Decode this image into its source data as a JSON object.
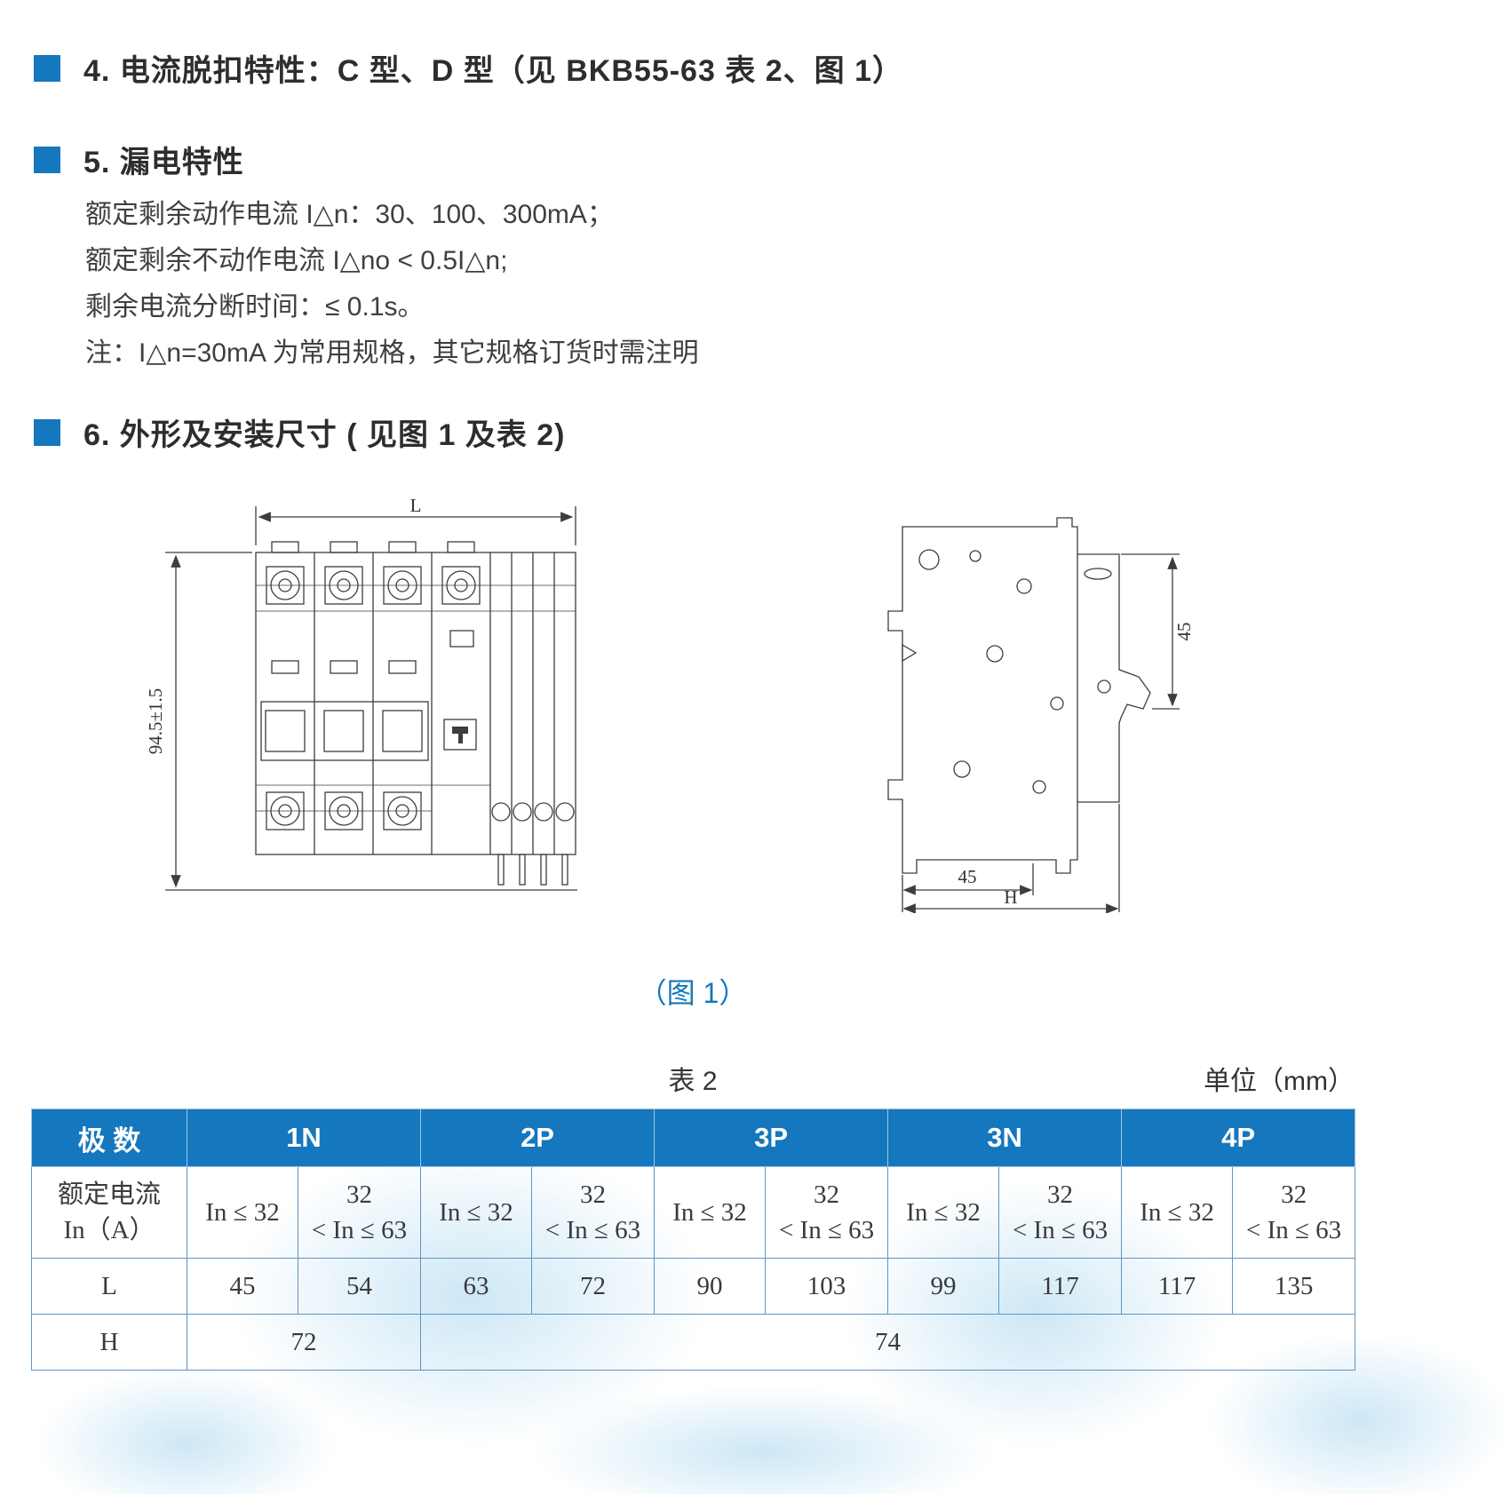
{
  "accent": "#1577bd",
  "headings": {
    "sec4": "4. 电流脱扣特性：C 型、D 型（见 BKB55-63 表 2、图 1）",
    "sec5": "5. 漏电特性",
    "sec6": "6. 外形及安装尺寸 ( 见图 1 及表 2)"
  },
  "leakage": {
    "line1": "额定剩余动作电流 I△n：30、100、300mA；",
    "line2": "额定剩余不动作电流 I△no < 0.5I△n;",
    "line3": "剩余电流分断时间：≤ 0.1s。",
    "line4": "注：I△n=30mA 为常用规格，其它规格订货时需注明"
  },
  "figure": {
    "caption": "（图 1）",
    "front": {
      "dim_width": "L",
      "dim_height": "94.5±1.5"
    },
    "side": {
      "dim_right": "45",
      "dim_bottom": "45",
      "dim_overall": "H"
    }
  },
  "table": {
    "title": "表 2",
    "unit": "单位（mm）",
    "pole_header": "极 数",
    "groups": {
      "g1": "1N",
      "g2": "2P",
      "g3": "3P",
      "g4": "3N",
      "g5": "4P"
    },
    "rating_line1": "额定电流",
    "rating_line2": "In（A）",
    "sub_low": "In ≤ 32",
    "sub_high_top": "32",
    "sub_high_bottom": "< In ≤ 63",
    "row_L": {
      "label": "L",
      "v": [
        "45",
        "54",
        "63",
        "72",
        "90",
        "103",
        "99",
        "117",
        "117",
        "135"
      ]
    },
    "row_H": {
      "label": "H",
      "v1": "72",
      "v2": "74"
    }
  }
}
